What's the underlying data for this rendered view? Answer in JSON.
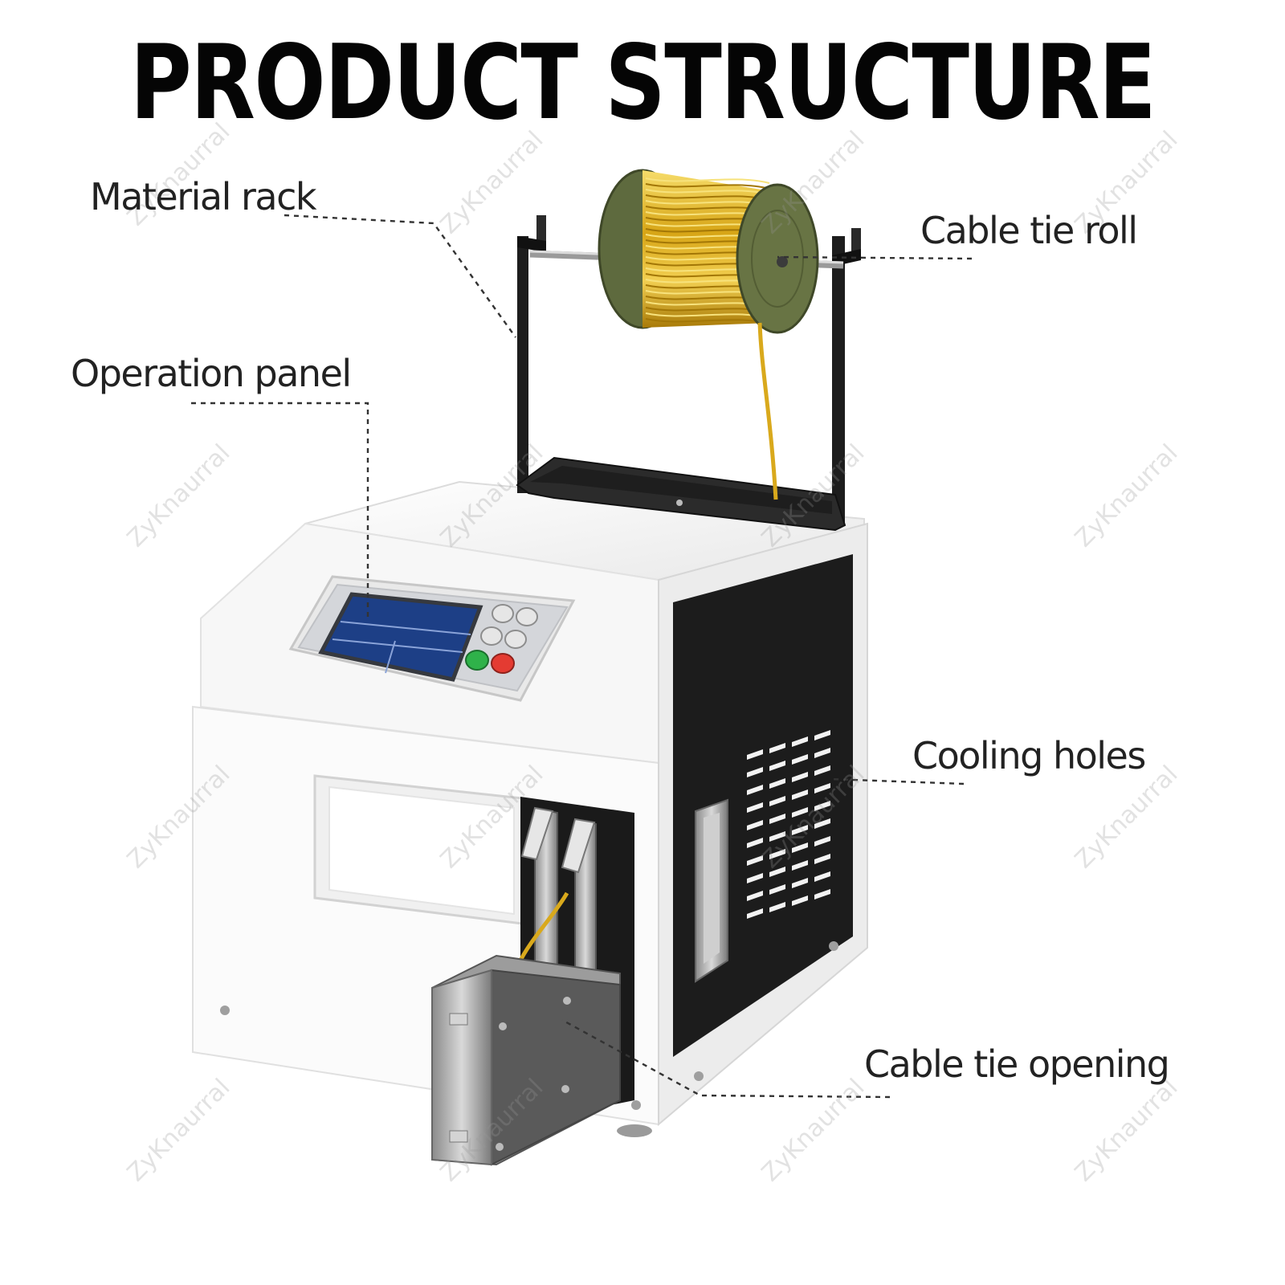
{
  "title": "PRODUCT STRUCTURE",
  "labels": {
    "material_rack": "Material rack",
    "cable_tie_roll": "Cable tie roll",
    "operation_panel": "Operation panel",
    "cooling_holes": "Cooling holes",
    "cable_tie_opening": "Cable tie opening"
  },
  "watermark": "ZyKnaurral",
  "colors": {
    "title": "#050505",
    "machine_body": "#f4f4f4",
    "side_panel": "#1c1c1c",
    "spool_flange": "#5e6a3e",
    "spool_wire": "#d9a91c",
    "start_button": "#2fb24a",
    "stop_button": "#e43b32"
  }
}
